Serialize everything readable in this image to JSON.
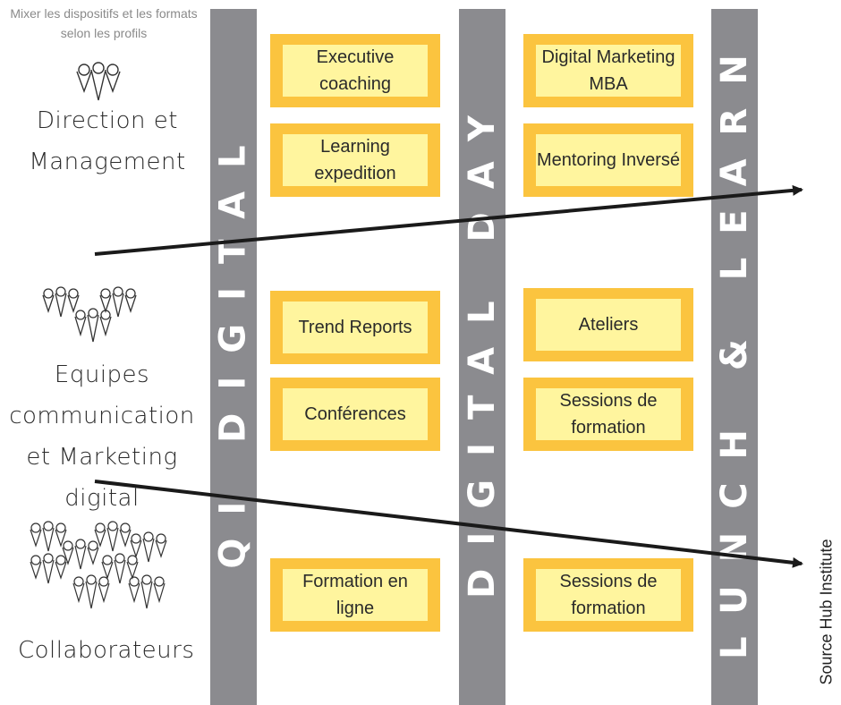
{
  "header": {
    "text": "Mixer les dispositifs et les formats selon les profils"
  },
  "profiles": [
    {
      "label": "Direction et Management",
      "icon": "people-small-group-icon"
    },
    {
      "label": "Equipes communication et Marketing digital",
      "icon": "people-team-icon"
    },
    {
      "label": "Collaborateurs",
      "icon": "people-crowd-icon"
    }
  ],
  "columns": [
    {
      "label": "QI DIGITAL",
      "color": "#8b8b8f"
    },
    {
      "label": "DIGITAL DAY",
      "color": "#8b8b8f"
    },
    {
      "label": "LUNCH & LEARN",
      "color": "#8b8b8f"
    }
  ],
  "boxes": {
    "executive_coaching": "Executive coaching",
    "digital_marketing_mba": "Digital Marketing MBA",
    "learning_expedition": "Learning expedition",
    "mentoring_inverse": "Mentoring Inversé",
    "trend_reports": "Trend Reports",
    "ateliers": "Ateliers",
    "conferences": "Conférences",
    "sessions_formation_1": "Sessions de formation",
    "formation_en_ligne": "Formation en ligne",
    "sessions_formation_2": "Sessions de formation"
  },
  "colors": {
    "box_outer": "#fbc43f",
    "box_inner": "#fff59e",
    "column": "#8b8b8f",
    "arrow": "#1a1a1a"
  },
  "source": {
    "text": "Source Hub Institute"
  }
}
